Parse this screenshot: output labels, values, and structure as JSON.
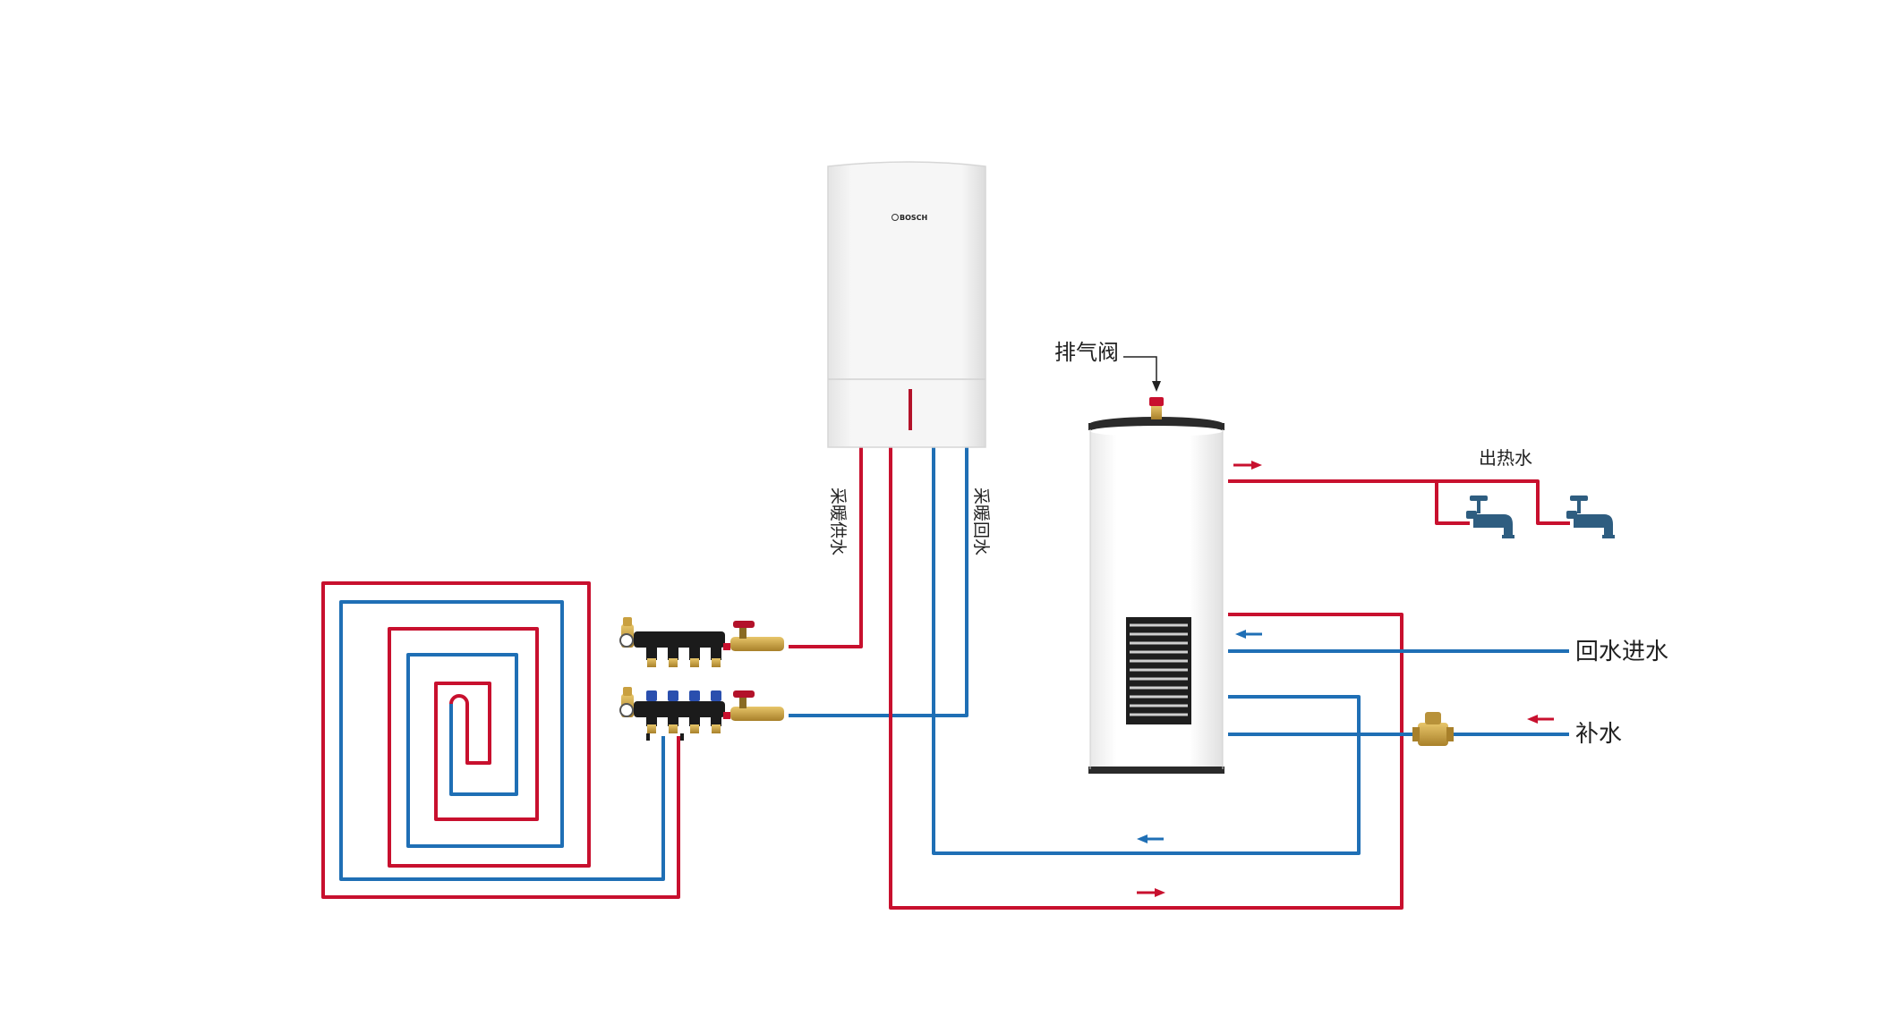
{
  "colors": {
    "supply": "#c8102e",
    "return": "#1f6fb5",
    "background": "#ffffff",
    "boiler_body": "#f2f2f2",
    "tank_body": "#ffffff",
    "faucet": "#2e5d80",
    "valve_brass": "#c9a040",
    "valve_handle": "#b3122a"
  },
  "boiler": {
    "brand": "BOSCH",
    "icon": "boiler-icon"
  },
  "labels": {
    "air_vent": "排气阀",
    "hot_water_out": "出热水",
    "return_water_in": "回水进水",
    "makeup_water": "补水",
    "heating_supply": "采暖供水",
    "heating_return": "采暖回水"
  },
  "icons": {
    "faucet": "faucet-icon",
    "manifold": "manifold-icon",
    "check_valve": "check-valve-icon",
    "air_vent": "air-vent-icon",
    "coil": "heat-coil-icon"
  }
}
